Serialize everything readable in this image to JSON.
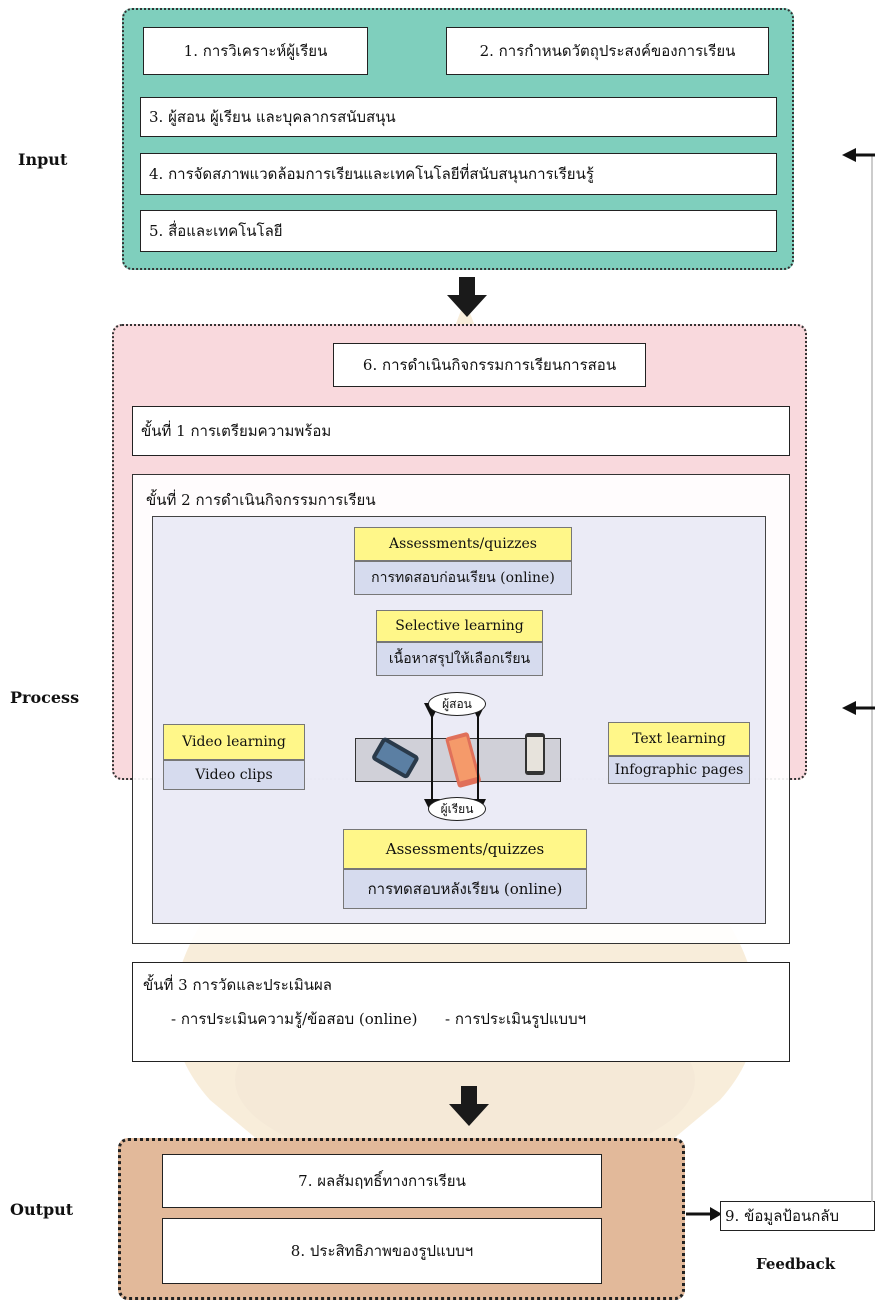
{
  "labels": {
    "input": "Input",
    "process": "Process",
    "output": "Output",
    "feedback": "Feedback"
  },
  "input": {
    "item1": "1. การวิเคราะห์ผู้เรียน",
    "item2": "2. การกำหนดวัตถุประสงค์ของการเรียน",
    "item3": "3. ผู้สอน ผู้เรียน และบุคลากรสนับสนุน",
    "item4": "4. การจัดสภาพแวดล้อมการเรียนและเทคโนโลยีที่สนับสนุนการเรียนรู้",
    "item5": "5. สื่อและเทคโนโลยี"
  },
  "process": {
    "title": "6. การดำเนินกิจกรรมการเรียนการสอน",
    "step1": "ขั้นที่ 1 การเตรียมความพร้อม",
    "step2": "ขั้นที่ 2 การดำเนินกิจกรรมการเรียน",
    "step3": "ขั้นที่ 3 การวัดและประเมินผล",
    "step3_item1": "- การประเมินความรู้/ข้อสอบ (online)",
    "step3_item2": "- การประเมินรูปแบบฯ",
    "pre_assess_title": "Assessments/quizzes",
    "pre_assess_sub": "การทดสอบก่อนเรียน (online)",
    "selective_title": "Selective learning",
    "selective_sub": "เนื้อหาสรุปให้เลือกเรียน",
    "video_title": "Video learning",
    "video_sub": "Video clips",
    "text_title": "Text learning",
    "text_sub": "Infographic pages",
    "teacher": "ผู้สอน",
    "learner": "ผู้เรียน",
    "post_assess_title": "Assessments/quizzes",
    "post_assess_sub": "การทดสอบหลังเรียน (online)"
  },
  "output": {
    "item7": "7. ผลสัมฤทธิ์ทางการเรียน",
    "item8": "8. ประสิทธิภาพของรูปแบบฯ",
    "item9": "9. ข้อมูลป้อนกลับ"
  },
  "colors": {
    "input_bg": "#7fcfbd",
    "process_bg": "#f9d9dd",
    "output_bg": "#e2b99a",
    "tag_yellow": "#fff789",
    "tag_blue": "#d6dbee"
  }
}
